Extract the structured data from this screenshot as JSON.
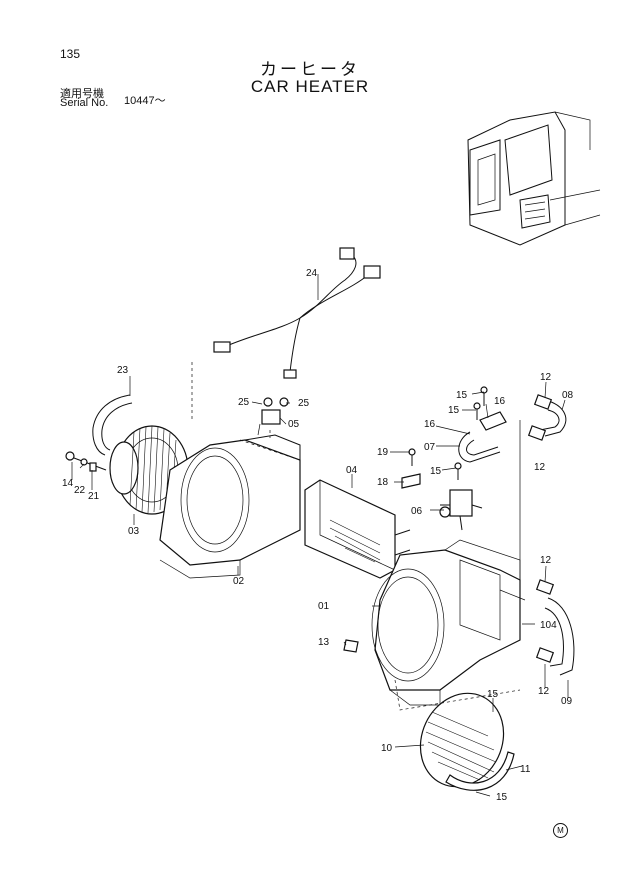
{
  "header": {
    "page_number": "135",
    "title_jp": "カーヒータ",
    "title_en": "CAR HEATER",
    "serial_label_jp": "適用号機",
    "serial_label_en": "Serial No.",
    "serial_value": "10447～"
  },
  "callouts": {
    "c24": "24",
    "c23": "23",
    "c25a": "25",
    "c25b": "25",
    "c05": "05",
    "c14": "14",
    "c22": "22",
    "c21": "21",
    "c03": "03",
    "c02": "02",
    "c04": "04",
    "c15a": "15",
    "c15b": "15",
    "c16a": "16",
    "c16b": "16",
    "c19": "19",
    "c07": "07",
    "c15c": "15",
    "c12a": "12",
    "c08": "08",
    "c12b": "12",
    "c18": "18",
    "c06": "06",
    "c12c": "12",
    "c01": "01",
    "c104": "104",
    "c13": "13",
    "c12d": "12",
    "c09": "09",
    "c15d": "15",
    "c10": "10",
    "c11": "11",
    "c15e": "15"
  },
  "footer": {
    "mark": "M"
  }
}
